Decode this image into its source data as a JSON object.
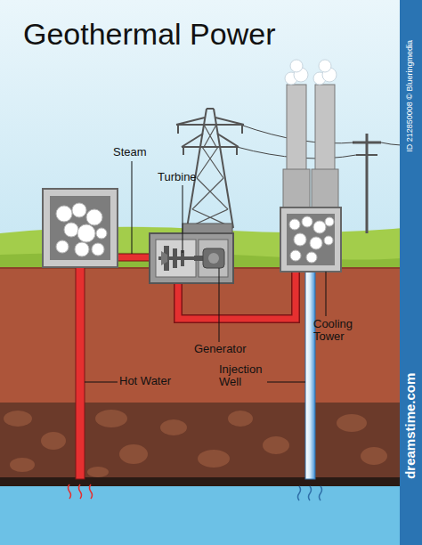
{
  "diagram": {
    "title": "Geothermal Power",
    "labels": [
      "Steam",
      "Turbine",
      "Generator",
      "Hot Water",
      "Injection Well",
      "Cooling Tower",
      "ID 212850008 © Blueringmedia",
      "dreamstime.com"
    ]
  }
}
